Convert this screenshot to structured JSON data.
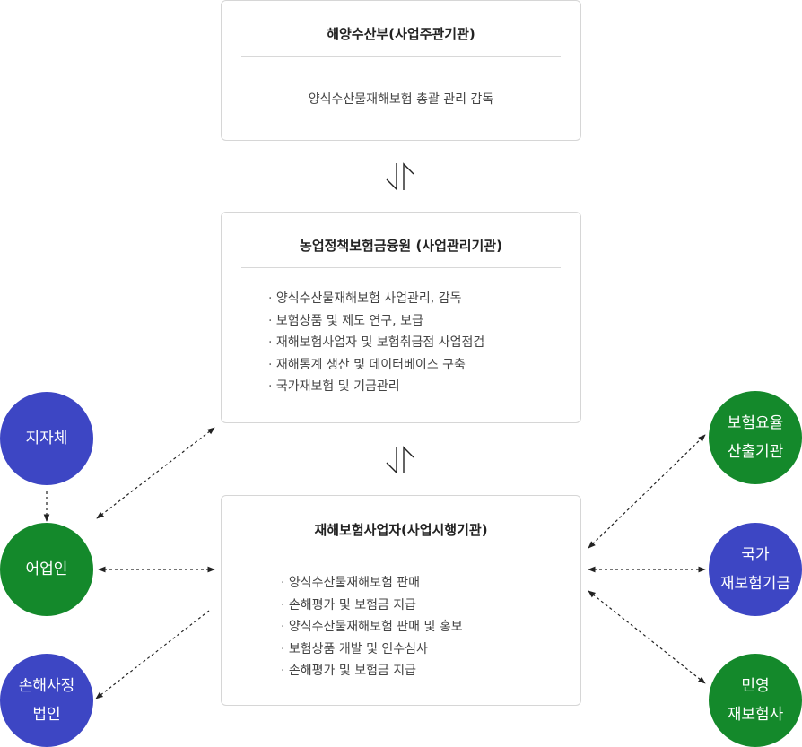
{
  "colors": {
    "blue": "#3d46c4",
    "green": "#14892b",
    "border": "#d6d6d6",
    "line": "#222222"
  },
  "ministry": {
    "title": "해양수산부(사업주관기관)",
    "description": "양식수산물재해보험 총괄 관리 감독"
  },
  "agency": {
    "title": "농업정책보험금융원 (사업관리기관)",
    "items": [
      "양식수산물재해보험 사업관리, 감독",
      "보험상품 및 제도 연구, 보급",
      "재해보험사업자 및 보험취급점 사업점검",
      "재해통계 생산 및 데이터베이스 구축",
      "국가재보험 및 기금관리"
    ]
  },
  "operator": {
    "title": "재해보험사업자(사업시행기관)",
    "items": [
      "양식수산물재해보험 판매",
      "손해평가 및 보험금 지급",
      "양식수산물재해보험 판매 및 홍보",
      "보험상품 개발 및 인수심사",
      "손해평가 및 보험금 지급"
    ]
  },
  "nodes": {
    "local_government": {
      "line1": "지자체"
    },
    "fishers": {
      "line1": "어업인"
    },
    "adjuster": {
      "line1": "손해사정",
      "line2": "법인"
    },
    "rate_agency": {
      "line1": "보험요율",
      "line2": "산출기관"
    },
    "national_fund": {
      "line1": "국가",
      "line2": "재보험기금"
    },
    "private_reinsurer": {
      "line1": "민영",
      "line2": "재보험사"
    }
  }
}
